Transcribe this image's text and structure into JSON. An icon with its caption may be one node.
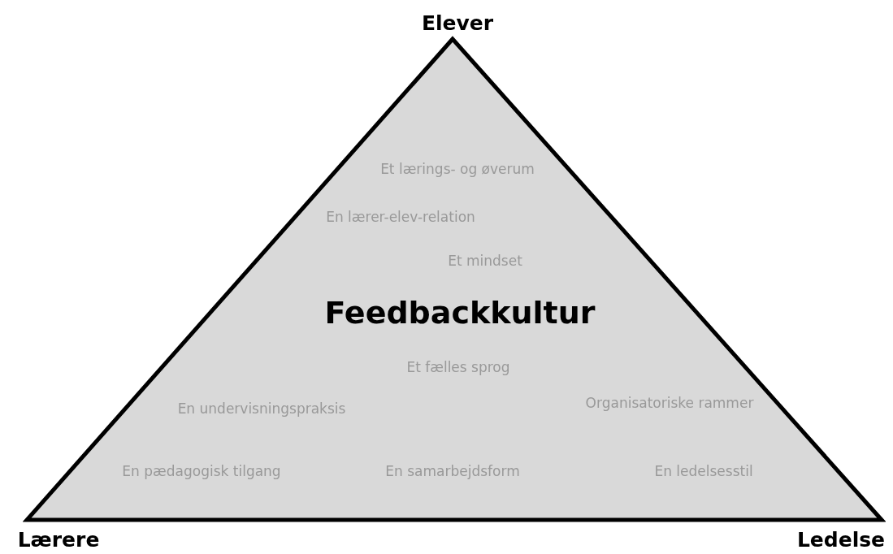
{
  "diagram": {
    "nodes": [
      {
        "text": [
          "Et lærings- og øverum",
          "En lærer-elev-relation",
          "Et mindset",
          "Feedbackkultur",
          "Et fælles sprog",
          "En undervisningspraksis",
          "Organisatoriske rammer",
          "En pædagogisk tilgang",
          "En samarbejdsform",
          "En ledelsesstil"
        ]
      }
    ],
    "labels": [
      "Elever",
      "Lærere",
      "Ledelse"
    ]
  }
}
